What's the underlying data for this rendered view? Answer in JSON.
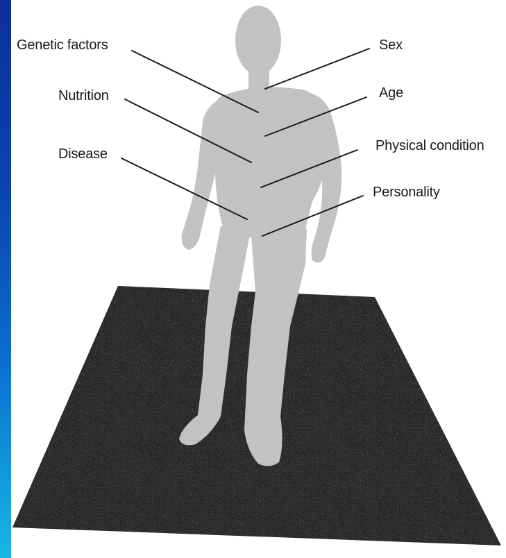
{
  "labels": {
    "genetic_factors": "Genetic factors",
    "nutrition": "Nutrition",
    "disease": "Disease",
    "sex": "Sex",
    "age": "Age",
    "physical_condition": "Physical condition",
    "personality": "Personality"
  },
  "colors": {
    "side_band_top": "#0b2f9a",
    "side_band_bottom": "#17b7e6",
    "figure": "#b9b9b9",
    "floor": "#262626",
    "label_text": "#1a1a1a"
  }
}
